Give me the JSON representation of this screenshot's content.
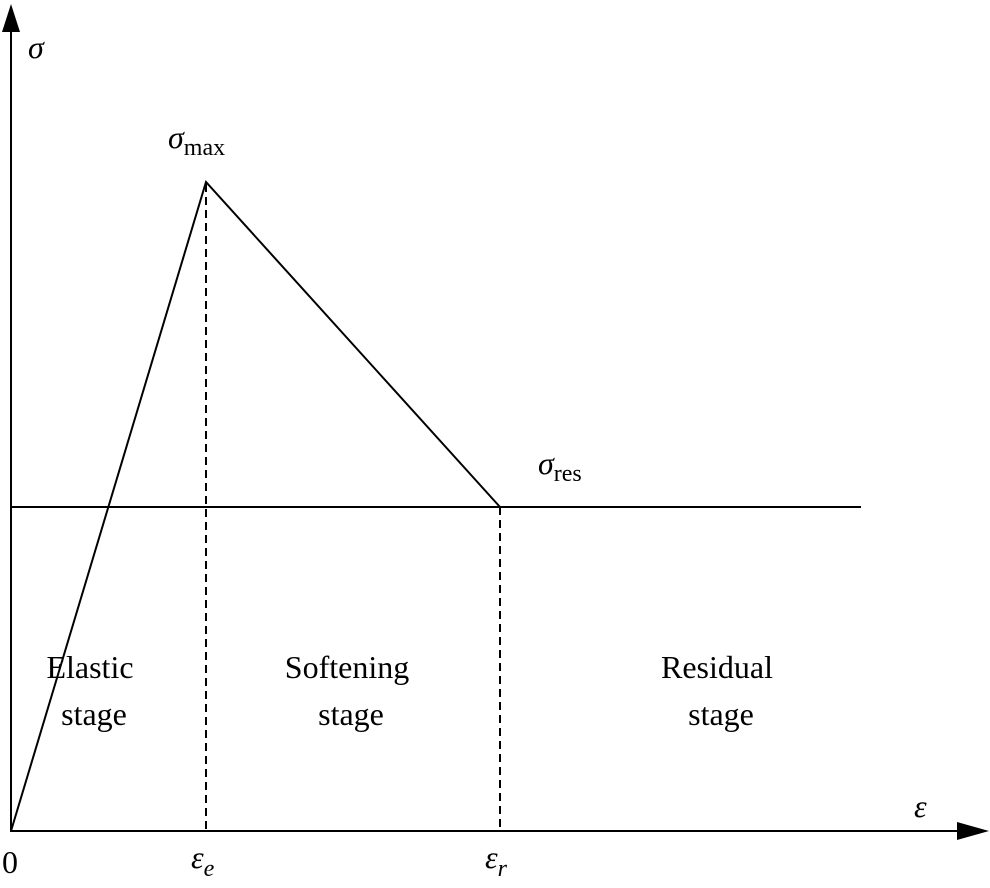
{
  "axes": {
    "y_symbol": "σ",
    "x_symbol": "ε",
    "origin_label": "0"
  },
  "points": {
    "peak": {
      "symbol": "σ",
      "subscript": "max"
    },
    "residual": {
      "symbol": "σ",
      "subscript": "res"
    }
  },
  "ticks": {
    "strain_elastic": {
      "symbol": "ε",
      "subscript": "e"
    },
    "strain_residual": {
      "symbol": "ε",
      "subscript": "r"
    }
  },
  "stages": {
    "elastic": {
      "line1": "Elastic",
      "line2": "stage"
    },
    "softening": {
      "line1": "Softening",
      "line2": "stage"
    },
    "residual": {
      "line1": "Residual",
      "line2": "stage"
    }
  },
  "colors": {
    "ink": "#000000",
    "background": "#ffffff"
  }
}
